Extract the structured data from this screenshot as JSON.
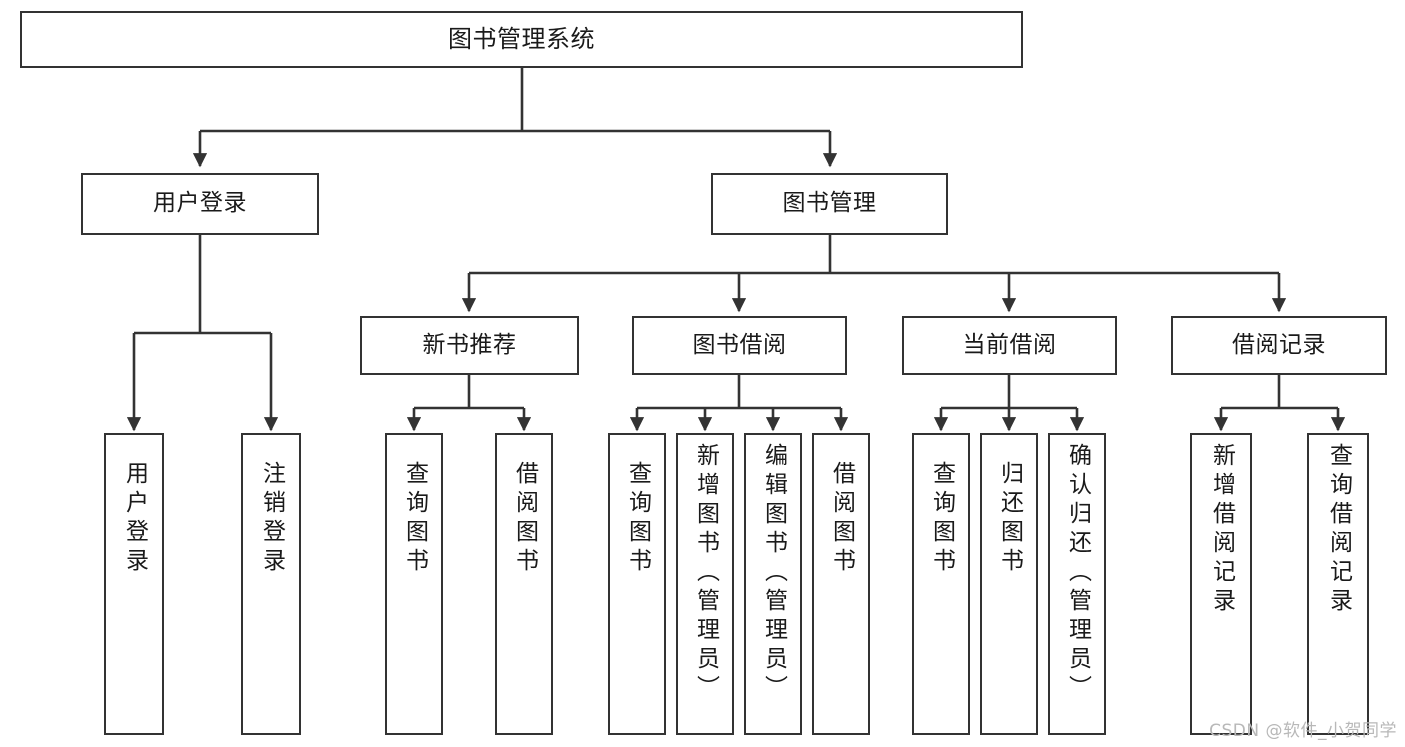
{
  "diagram": {
    "title": "图书管理系统",
    "type": "tree-hierarchy",
    "nodes": {
      "root": {
        "label": "图书管理系统"
      },
      "level1": [
        {
          "id": "user-login",
          "label": "用户登录"
        },
        {
          "id": "book-management",
          "label": "图书管理"
        }
      ],
      "level2": [
        {
          "id": "new-book-recommend",
          "label": "新书推荐"
        },
        {
          "id": "book-borrow",
          "label": "图书借阅"
        },
        {
          "id": "current-borrow",
          "label": "当前借阅"
        },
        {
          "id": "borrow-record",
          "label": "借阅记录"
        }
      ],
      "leaves": {
        "user_login": [
          {
            "id": "leaf-user-login",
            "label": "用户登录"
          },
          {
            "id": "leaf-logout-login",
            "label": "注销登录"
          }
        ],
        "new_book_recommend": [
          {
            "id": "leaf-query-book-1",
            "label": "查询图书"
          },
          {
            "id": "leaf-borrow-book-1",
            "label": "借阅图书"
          }
        ],
        "book_borrow": [
          {
            "id": "leaf-query-book-2",
            "label": "查询图书"
          },
          {
            "id": "leaf-add-book",
            "label": "新增图书（管理员）"
          },
          {
            "id": "leaf-edit-book",
            "label": "编辑图书（管理员）"
          },
          {
            "id": "leaf-borrow-book-2",
            "label": "借阅图书"
          }
        ],
        "current_borrow": [
          {
            "id": "leaf-query-book-3",
            "label": "查询图书"
          },
          {
            "id": "leaf-return-book",
            "label": "归还图书"
          },
          {
            "id": "leaf-confirm-return",
            "label": "确认归还（管理员）"
          }
        ],
        "borrow_record": [
          {
            "id": "leaf-add-borrow-record",
            "label": "新增借阅记录"
          },
          {
            "id": "leaf-query-borrow-record",
            "label": "查询借阅记录"
          }
        ]
      }
    },
    "colors": {
      "border": "#333333",
      "background": "#ffffff",
      "text": "#1a1a1a",
      "connector": "#333333",
      "watermark": "#b8b8b8"
    }
  },
  "watermark": {
    "text": "CSDN @软件_小贺同学"
  }
}
